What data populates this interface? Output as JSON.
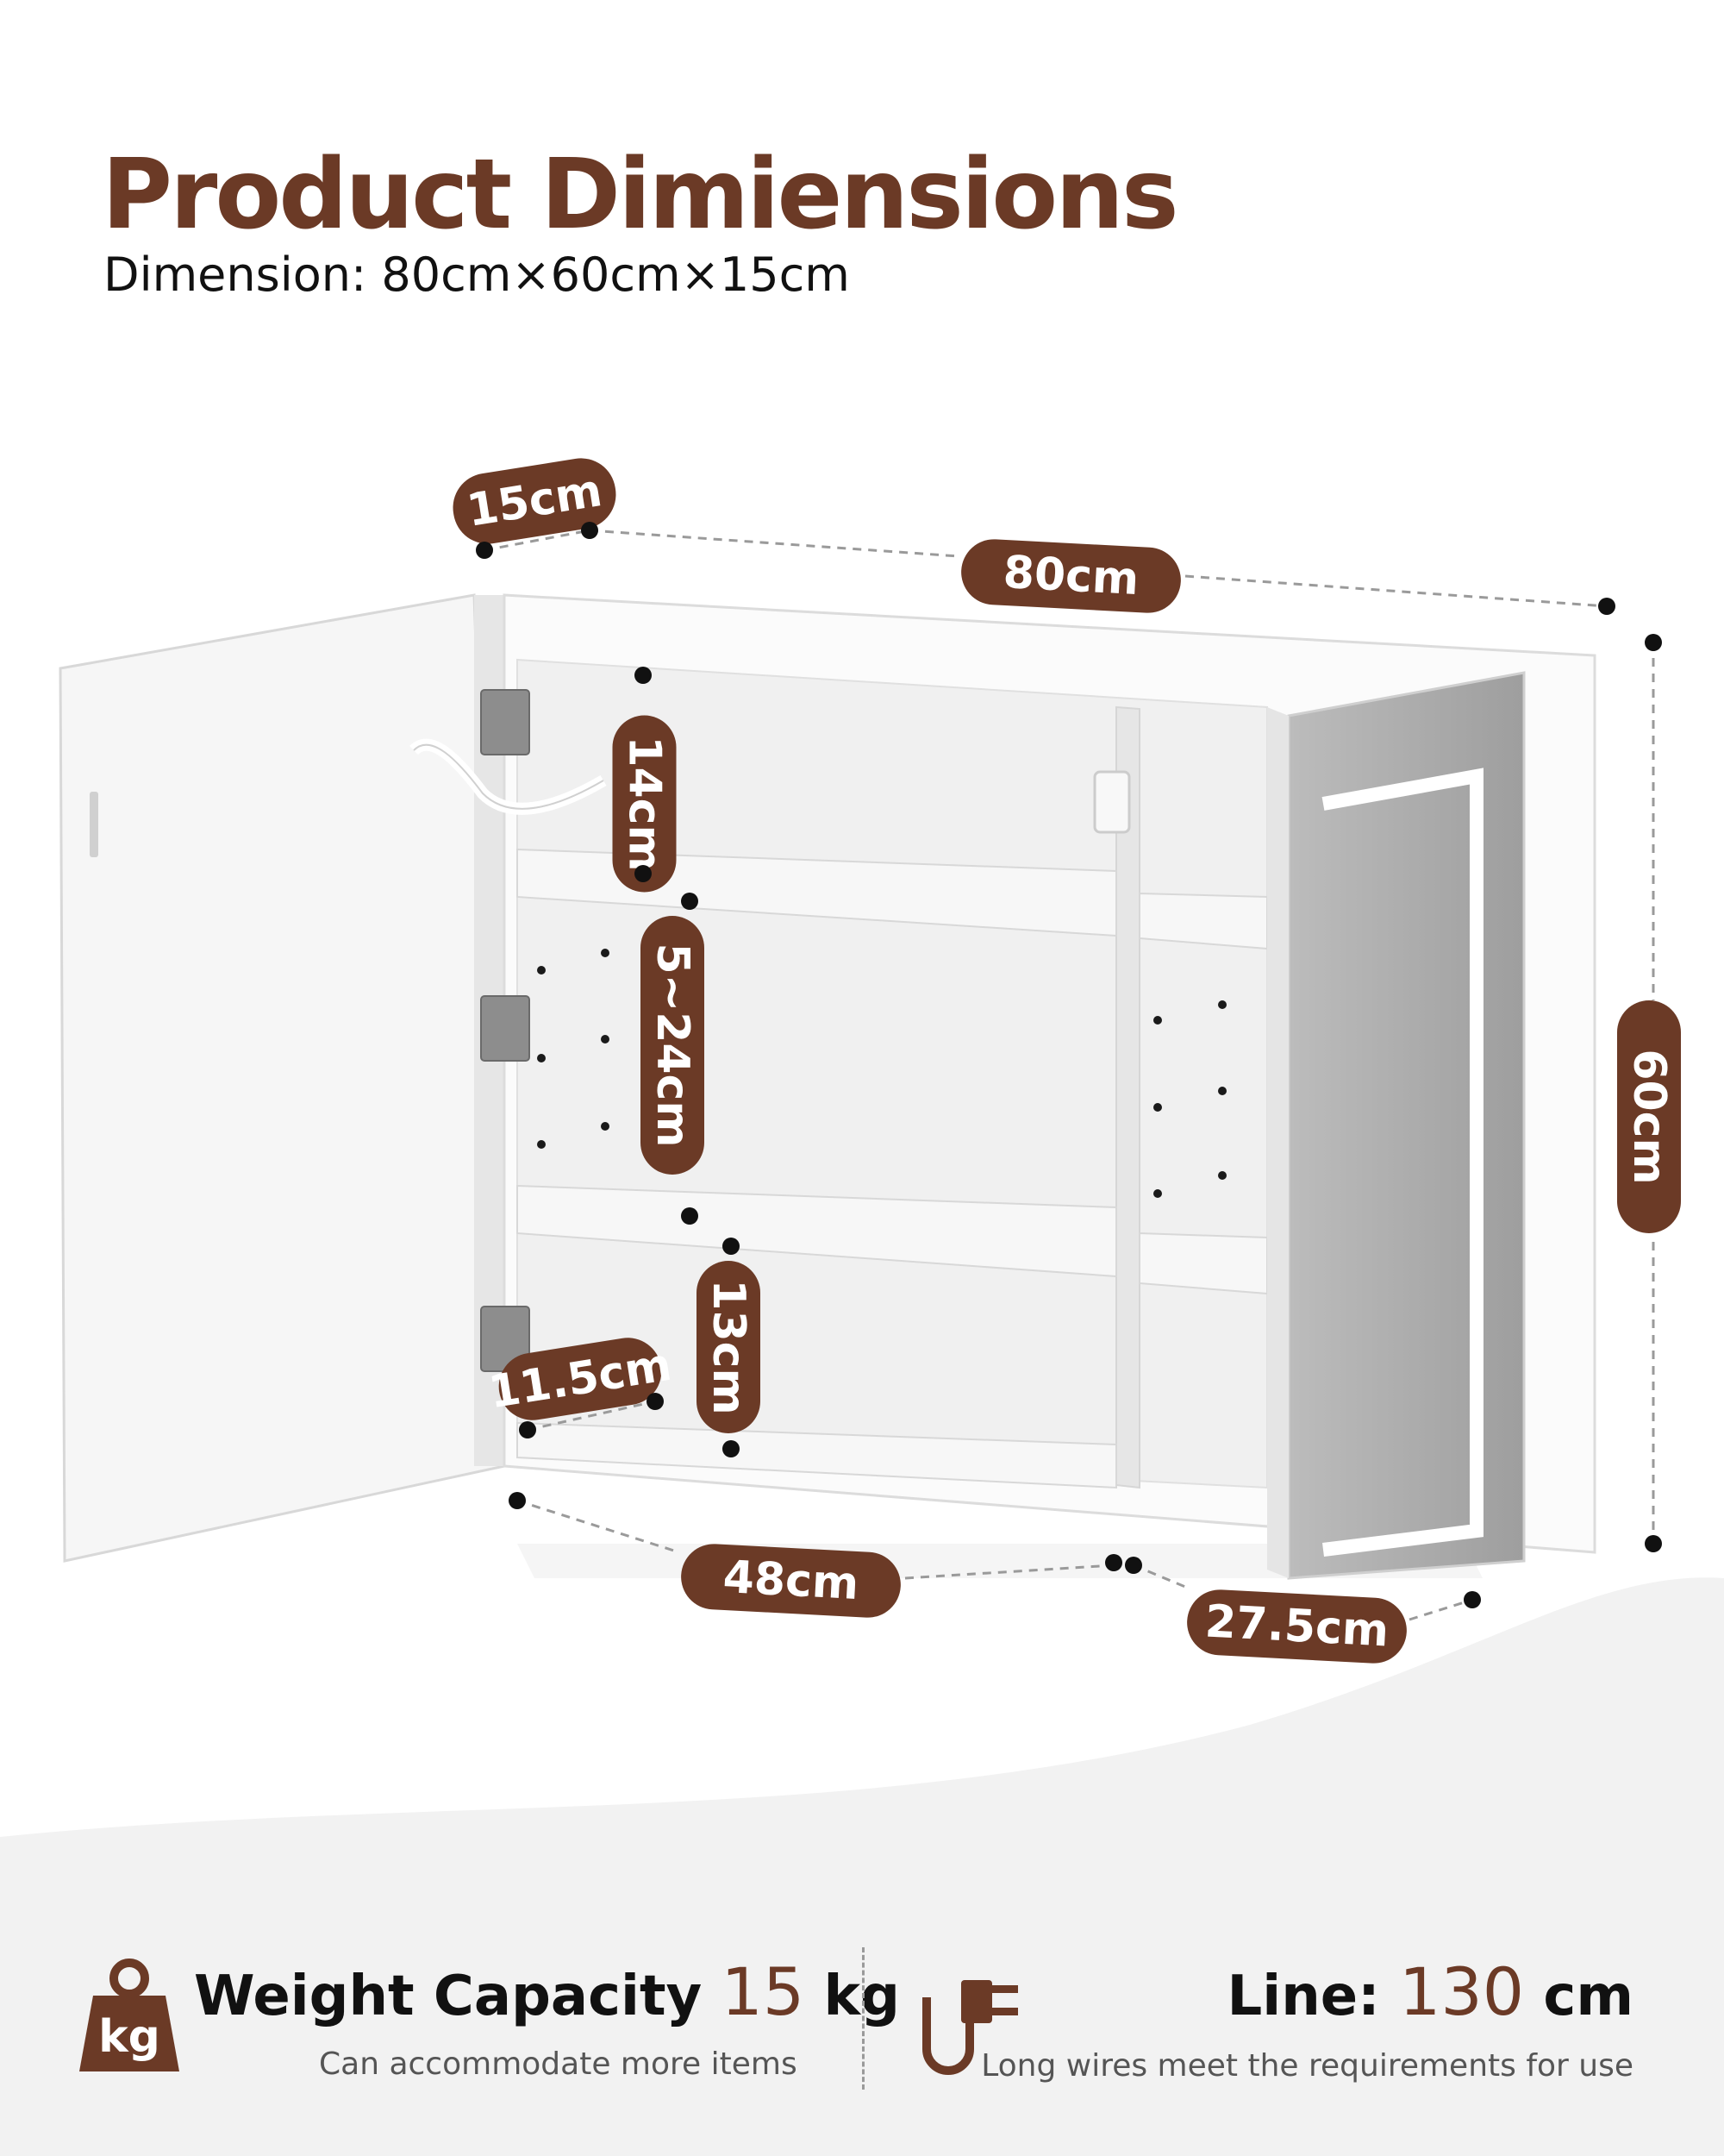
{
  "header": {
    "title": "Product Dimiensions",
    "subtitle": "Dimension: 80cm×60cm×15cm"
  },
  "dimensions": {
    "depth": "15cm",
    "width": "80cm",
    "height": "60cm",
    "shelf_top": "14cm",
    "shelf_adjustable": "5~24cm",
    "shelf_bottom": "13cm",
    "inner_depth": "11.5cm",
    "left_width": "48cm",
    "right_width": "27.5cm"
  },
  "features": {
    "weight": {
      "icon": "kg-weight-icon",
      "icon_text": "kg",
      "label": "Weight Capacity",
      "value": "15",
      "unit": "kg",
      "sub": "Can accommodate more items"
    },
    "line": {
      "icon": "power-plug-icon",
      "label": "Line:",
      "value": "130",
      "unit": "cm",
      "sub": "Long wires meet the requirements for use"
    }
  },
  "colors": {
    "accent": "#6b3a26",
    "background_bottom": "#f2f2f2"
  }
}
